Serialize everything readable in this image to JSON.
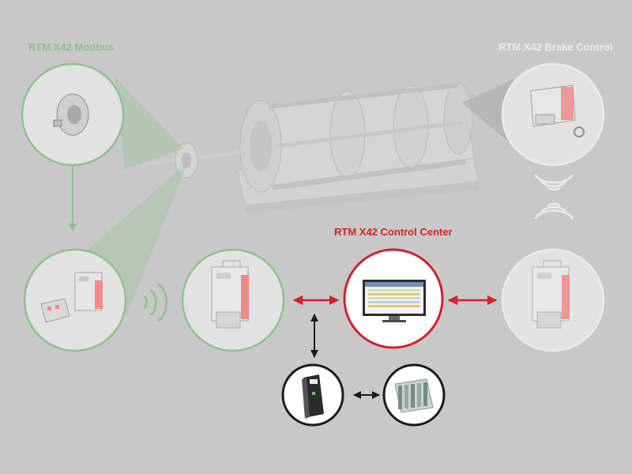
{
  "labels": {
    "modbus": "RTM X42 Modbus",
    "brake_control": "RTM X42 Brake Control",
    "control_center": "RTM X42 Control Center"
  },
  "colors": {
    "background": "#c8c8c8",
    "modbus_green": "#8ec18e",
    "brake_gray": "#ebebeb",
    "control_red": "#d6202a",
    "node_black": "#1a1a1a",
    "circle_fill": "#e2e2e2",
    "accent_pink": "#f08a8a"
  }
}
